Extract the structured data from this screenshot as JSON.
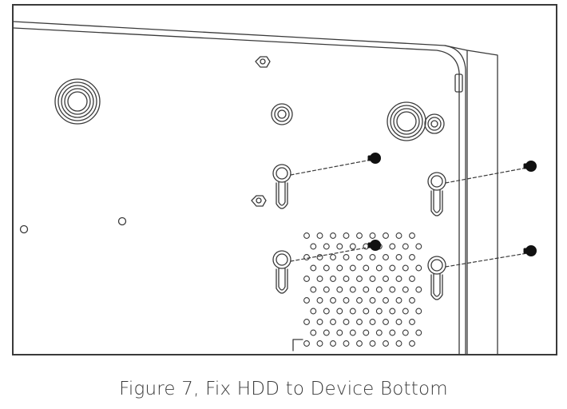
{
  "figure": {
    "caption": "Figure 7, Fix HDD to Device Bottom"
  },
  "illustration": {
    "subject": "device-bottom-with-hdd-screws",
    "screw_count": 4,
    "line_color": "#3a3a3a",
    "screw_color": "#111111"
  }
}
